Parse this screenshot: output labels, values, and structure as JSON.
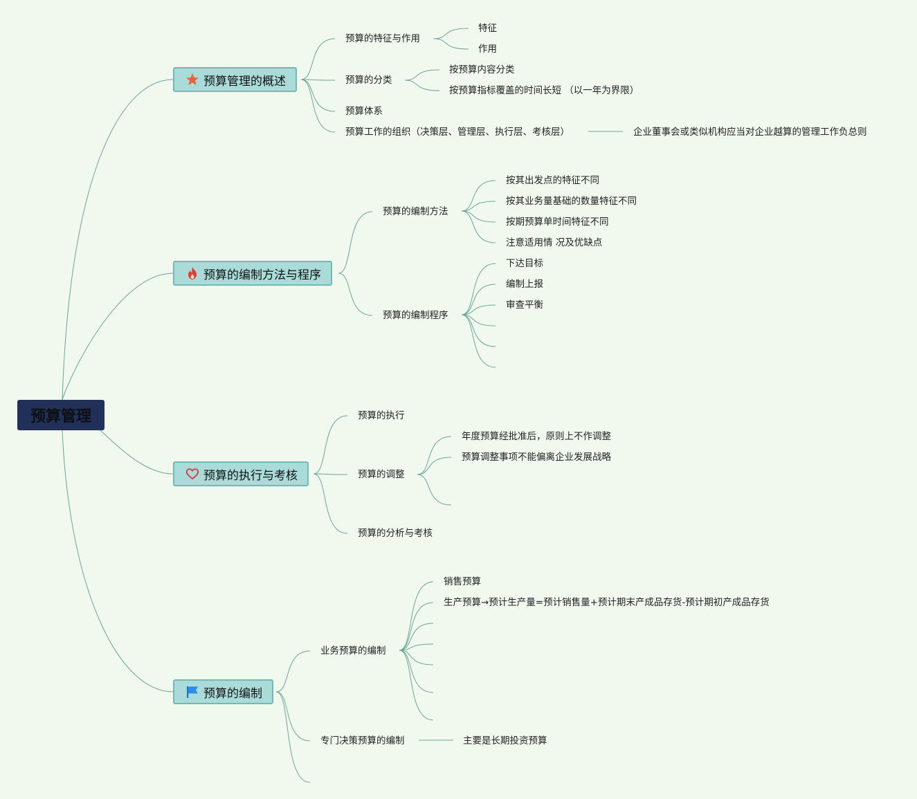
{
  "root": {
    "label": "预算管理"
  },
  "branches": [
    {
      "label": "预算管理的概述",
      "icon": "star-icon",
      "children": [
        {
          "label": "预算的特征与作用",
          "children": [
            "特征",
            "作用"
          ]
        },
        {
          "label": "预算的分类",
          "children": [
            "按预算内容分类",
            "按预算指标覆盖的时间长短 （以一年为界限）"
          ]
        },
        {
          "label": "预算体系"
        },
        {
          "label": "预算工作的组织（决策层、管理层、执行层、考核层）",
          "children": [
            "企业董事会或类似机构应当对企业越算的管理工作负总则"
          ]
        }
      ]
    },
    {
      "label": "预算的编制方法与程序",
      "icon": "fire-icon",
      "children": [
        {
          "label": "预算的编制方法",
          "children": [
            "按其出发点的特征不同",
            "按其业务量基础的数量特征不同",
            "按期预算单时间特征不同",
            "注意适用情 况及优缺点"
          ]
        },
        {
          "label": "预算的编制程序",
          "children": [
            "下达目标",
            "编制上报",
            "审查平衡",
            "",
            "",
            ""
          ]
        }
      ]
    },
    {
      "label": "预算的执行与考核",
      "icon": "heart-icon",
      "children": [
        {
          "label": "预算的执行"
        },
        {
          "label": "预算的调整",
          "children": [
            "年度预算经批准后，原则上不作调整",
            "预算调整事项不能偏离企业发展战略",
            ""
          ]
        },
        {
          "label": "预算的分析与考核"
        }
      ]
    },
    {
      "label": "预算的编制",
      "icon": "flag-icon",
      "children": [
        {
          "label": "业务预算的编制",
          "children": [
            "销售预算",
            "生产预算→预计生产量=预计销售量+预计期末产成品存货-预计期初产成品存货",
            "",
            "",
            "",
            "",
            ""
          ]
        },
        {
          "label": "专门决策预算的编制",
          "children": [
            "主要是长期投资预算"
          ]
        },
        {
          "label": ""
        }
      ]
    }
  ],
  "colors": {
    "background": "#f1f9ef",
    "root_fill": "#213058",
    "branch_fill": "#a9dcd9",
    "branch_border": "#72b8b5",
    "line": "#6aa596"
  }
}
